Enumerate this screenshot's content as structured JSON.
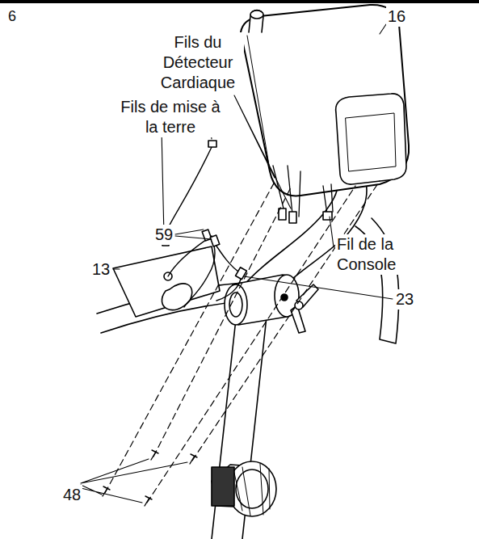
{
  "diagram": {
    "labels": [
      "6",
      "16",
      "Fils du Détecteur Cardiaque",
      "Fils de mise à la terre",
      "59",
      "13",
      "Fil de la Console",
      "23",
      "48"
    ]
  }
}
